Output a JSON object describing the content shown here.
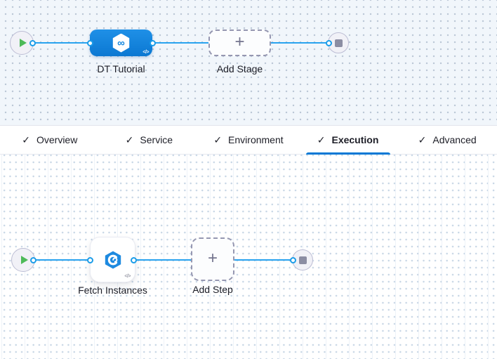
{
  "stage_canvas": {
    "stage": {
      "name": "DT Tutorial",
      "icon": "cd-stage-infinity-hexagon-icon",
      "infinity_glyph": "∞",
      "code_glyph": "</>"
    },
    "add_stage": {
      "label": "Add Stage",
      "plus_glyph": "+"
    }
  },
  "tabs": {
    "check_glyph": "✓",
    "items": [
      {
        "label": "Overview",
        "checked": true,
        "active": false
      },
      {
        "label": "Service",
        "checked": true,
        "active": false
      },
      {
        "label": "Environment",
        "checked": true,
        "active": false
      },
      {
        "label": "Execution",
        "checked": true,
        "active": true
      },
      {
        "label": "Advanced",
        "checked": true,
        "active": false
      }
    ]
  },
  "step_canvas": {
    "step": {
      "name": "Fetch Instances",
      "icon": "fetch-instances-hexagon-icon",
      "code_glyph": "</>"
    },
    "add_step": {
      "label": "Add Step",
      "plus_glyph": "+"
    }
  },
  "colors": {
    "link_blue": "#29a3ef",
    "stage_node_blue": "#0d80d9",
    "active_tab_blue": "#0278d5",
    "play_green": "#4dba58",
    "stage_canvas_bg": "#f1f6fb",
    "step_icon_blue": "#1e8ae0"
  }
}
